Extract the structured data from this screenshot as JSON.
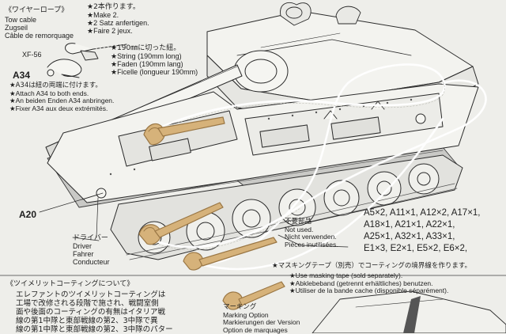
{
  "tow_cable": {
    "heading": "《ワイヤーロープ》",
    "names": [
      "Tow cable",
      "Zugseil",
      "Câble de remorquage"
    ],
    "make": [
      "★2本作ります。",
      "★Make 2.",
      "★2 Satz anfertigen.",
      "★Faire 2 jeux."
    ],
    "string_length": [
      "★190㎜に切った紐。",
      "★String (190mm long)",
      "★Faden (190mm lang)",
      "★Ficelle (longueur 190mm)"
    ],
    "xf_label": "XF-56",
    "part_label": "A34",
    "attach": [
      "★A34は紐の両端に付けます。",
      "★Attach A34 to both ends.",
      "★An beiden Enden A34 anbringen.",
      "★Fixer A34 aux deux extrémités."
    ]
  },
  "driver": {
    "part_label": "A20",
    "names": [
      "ドライバー",
      "Driver",
      "Fahrer",
      "Conducteur"
    ]
  },
  "not_used": {
    "labels": [
      "不要部品",
      "Not used.",
      "Nicht verwenden.",
      "Pièces inutilisées."
    ],
    "parts": [
      "A5×2, A11×1, A12×2, A17×1,",
      "A18×1, A21×1, A22×1,",
      "A25×1, A32×1, A33×1,",
      "E1×3, E2×1, E5×2, E6×2,"
    ]
  },
  "zimmerit": {
    "heading": "《ツイメリットコーティングについて》",
    "body": [
      "エレファントのツイメリットコーティングは",
      "工場で改修される段階で施され、戦闘室側",
      "面や後面のコーティングの有無はイタリア戦",
      "線の第1中隊と東部戦線の第2、3中隊で異",
      "線の第1中隊と東部戦線の第2、3中隊のパター"
    ]
  },
  "masking": {
    "heading": "★マスキングテープ（別売）でコーティングの境界線を作ります。",
    "lines": [
      "★Use masking tape (sold separately).",
      "★Abklebeband (getrennt erhältliches) benutzen.",
      "★Utiliser de la bande cache (disponible séparément)."
    ]
  },
  "marking": {
    "labels": [
      "マーキング",
      "Marking Option",
      "Markierungen der Version",
      "Option de marquages"
    ]
  },
  "icons": [
    "pencil-icon",
    "string-loop-icon",
    "hook-icon",
    "cable-end-icon",
    "masking-tape-icon"
  ],
  "colors": {
    "paper": "#eeeeea",
    "ink": "#1e1e1e",
    "cable_part": "#d6b27a",
    "string": "#ffffff"
  }
}
